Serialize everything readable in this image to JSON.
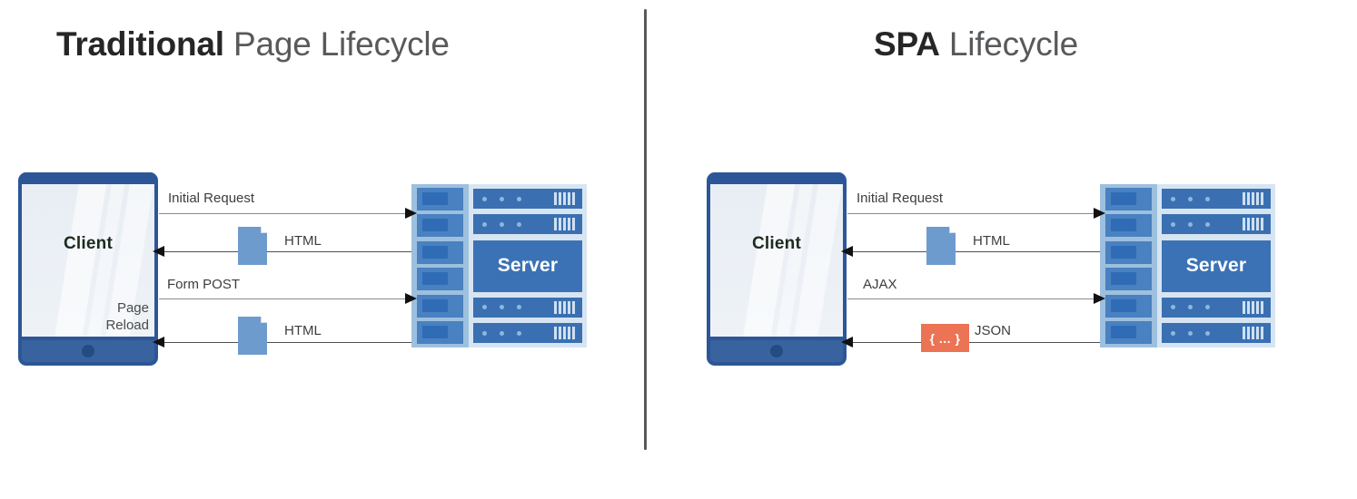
{
  "panels": [
    {
      "id": "traditional",
      "title_strong": "Traditional",
      "title_rest": " Page Lifecycle",
      "client": {
        "label": "Client",
        "sublabel": "Page\nReload"
      },
      "server": {
        "label": "Server"
      },
      "flows": [
        {
          "label": "Initial Request",
          "direction": "request",
          "payload": null
        },
        {
          "label": "HTML",
          "direction": "response",
          "payload": "document-icon"
        },
        {
          "label": "Form POST",
          "direction": "request",
          "payload": null
        },
        {
          "label": "HTML",
          "direction": "response",
          "payload": "document-icon"
        }
      ]
    },
    {
      "id": "spa",
      "title_strong": "SPA",
      "title_rest": " Lifecycle",
      "client": {
        "label": "Client",
        "sublabel": ""
      },
      "server": {
        "label": "Server"
      },
      "flows": [
        {
          "label": "Initial Request",
          "direction": "request",
          "payload": null
        },
        {
          "label": "HTML",
          "direction": "response",
          "payload": "document-icon"
        },
        {
          "label": "AJAX",
          "direction": "request",
          "payload": null
        },
        {
          "label": "JSON",
          "direction": "response",
          "payload": "json-badge"
        }
      ]
    }
  ],
  "icons": {
    "json_badge_text": "{ ... }",
    "document_icon_name": "document-icon",
    "json_icon_name": "json-icon"
  },
  "colors": {
    "title_strong": "#262626",
    "title_light": "#58595b",
    "client_frame": "#2c5697",
    "client_screen": "#eaeff5",
    "server_rack_dark": "#3a70b2",
    "server_rack_light": "#d7e5f2",
    "server_col_left": "#9dc0de",
    "document_blue": "#6e9bce",
    "json_orange": "#ec7354",
    "arrow": "#4f4f4f",
    "divider": "#58595b"
  },
  "divider": {
    "name": "panel-divider"
  }
}
